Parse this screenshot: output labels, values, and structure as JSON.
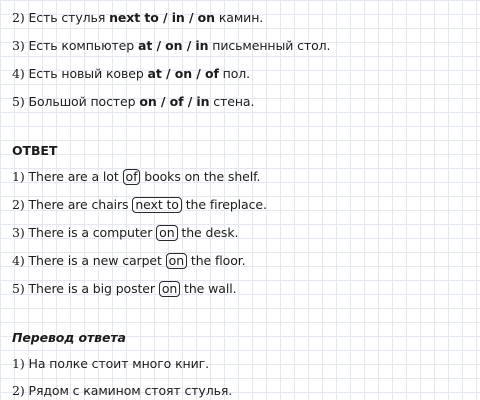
{
  "task_lines": [
    {
      "num": "2)",
      "before": " Есть стулья ",
      "options": "next to / in / on",
      "after": " камин."
    },
    {
      "num": "3)",
      "before": " Есть компьютер ",
      "options": "at / on / in",
      "after": " письменный стол."
    },
    {
      "num": "4)",
      "before": " Есть новый ковер ",
      "options": "at / on / of",
      "after": " пол."
    },
    {
      "num": "5)",
      "before": " Большой постер ",
      "options": "on / of / in",
      "after": " стена."
    }
  ],
  "answer_heading": "ОТВЕТ",
  "answer_lines": [
    {
      "num": "1)",
      "before": " There are a lot ",
      "word": "of",
      "after": " books on the shelf."
    },
    {
      "num": "2)",
      "before": " There are chairs ",
      "word": "next to",
      "after": " the fireplace."
    },
    {
      "num": "3)",
      "before": " There is a computer ",
      "word": "on",
      "after": " the desk."
    },
    {
      "num": "4)",
      "before": " There is a new carpet ",
      "word": "on",
      "after": " the floor."
    },
    {
      "num": "5)",
      "before": " There is a big poster ",
      "word": "on",
      "after": " the wall."
    }
  ],
  "translation_heading": "Перевод ответа",
  "translation_lines": [
    {
      "num": "1)",
      "text": " На полке стоит много книг."
    },
    {
      "num": "2)",
      "text": " Рядом с камином стоят стулья."
    }
  ]
}
